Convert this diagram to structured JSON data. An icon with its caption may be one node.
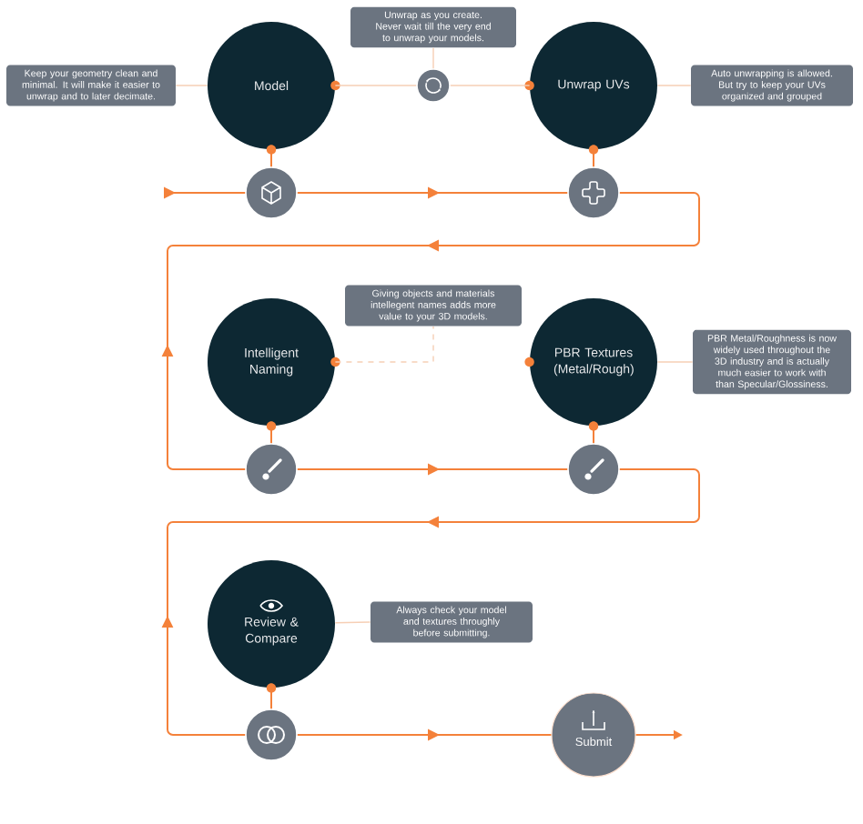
{
  "diagram": {
    "nodes": [
      {
        "text": [
          "Keep your geometry clean and minimal. It will make it easier to unwrap and to later decimate."
        ]
      },
      {
        "text": [
          "Model"
        ]
      },
      {
        "text": [
          "Unwrap as you create. Never wait till the very end to unwrap your models."
        ]
      },
      {
        "text": [],
        "shape": "circle"
      },
      {
        "text": [
          "Unwrap UVs"
        ]
      },
      {
        "text": [
          "Auto unwrapping is allowed. But try to keep your UVs organized and grouped"
        ]
      },
      {
        "text": [],
        "shape": "circle"
      },
      {
        "text": [],
        "shape": "circle"
      },
      {
        "text": [
          "Intelligent Naming"
        ]
      },
      {
        "text": [
          "Giving objects and materials intellegent names adds more value to your 3D models."
        ]
      },
      {
        "text": [
          "PBR Textures (Metal/Rough)"
        ]
      },
      {
        "text": [
          "PBR Metal/Roughness is now widely used throughout the 3D industry and is actually much easier to work with than Specular/Glossiness."
        ]
      },
      {
        "text": [],
        "shape": "circle"
      },
      {
        "text": [],
        "shape": "circle"
      },
      {
        "text": [
          "Review & Compare"
        ]
      },
      {
        "text": [
          "Always check your model and textures throughly before submitting."
        ]
      },
      {
        "text": [],
        "shape": "circle"
      },
      {
        "text": [
          "Submit"
        ]
      }
    ],
    "edges": [
      {
        "from": null,
        "to": 6,
        "arrow": "to"
      },
      {
        "from": 6,
        "to": 7,
        "arrow": "to"
      },
      {
        "from": 7,
        "to": 12,
        "arrow": "to"
      },
      {
        "from": 12,
        "to": 13,
        "arrow": "to"
      },
      {
        "from": 13,
        "to": 16,
        "arrow": "to"
      },
      {
        "from": 16,
        "to": 17,
        "arrow": "to"
      },
      {
        "from": 17,
        "to": null,
        "arrow": "to"
      },
      {
        "from": 1,
        "to": 6,
        "arrow": "none"
      },
      {
        "from": 4,
        "to": 7,
        "arrow": "none"
      },
      {
        "from": 8,
        "to": 12,
        "arrow": "none"
      },
      {
        "from": 10,
        "to": 13,
        "arrow": "none"
      },
      {
        "from": 14,
        "to": 16,
        "arrow": "none"
      },
      {
        "from": 0,
        "to": 1,
        "arrow": "none",
        "color": "#f6cfb5"
      },
      {
        "from": 1,
        "to": 3,
        "arrow": "none",
        "color": "#f6cfb5"
      },
      {
        "from": 2,
        "to": 3,
        "arrow": "none",
        "color": "#f6cfb5"
      },
      {
        "from": 4,
        "to": 3,
        "arrow": "none",
        "color": "#f6cfb5"
      },
      {
        "from": 5,
        "to": 4,
        "arrow": "none",
        "color": "#f6cfb5"
      },
      {
        "from": 8,
        "to": 9,
        "arrow": "none",
        "style": "dashed",
        "color": "#f6cfb5"
      },
      {
        "from": 10,
        "to": 11,
        "arrow": "none",
        "color": "#f6cfb5"
      },
      {
        "from": 15,
        "to": 14,
        "arrow": "none",
        "color": "#f6cfb5"
      }
    ]
  }
}
